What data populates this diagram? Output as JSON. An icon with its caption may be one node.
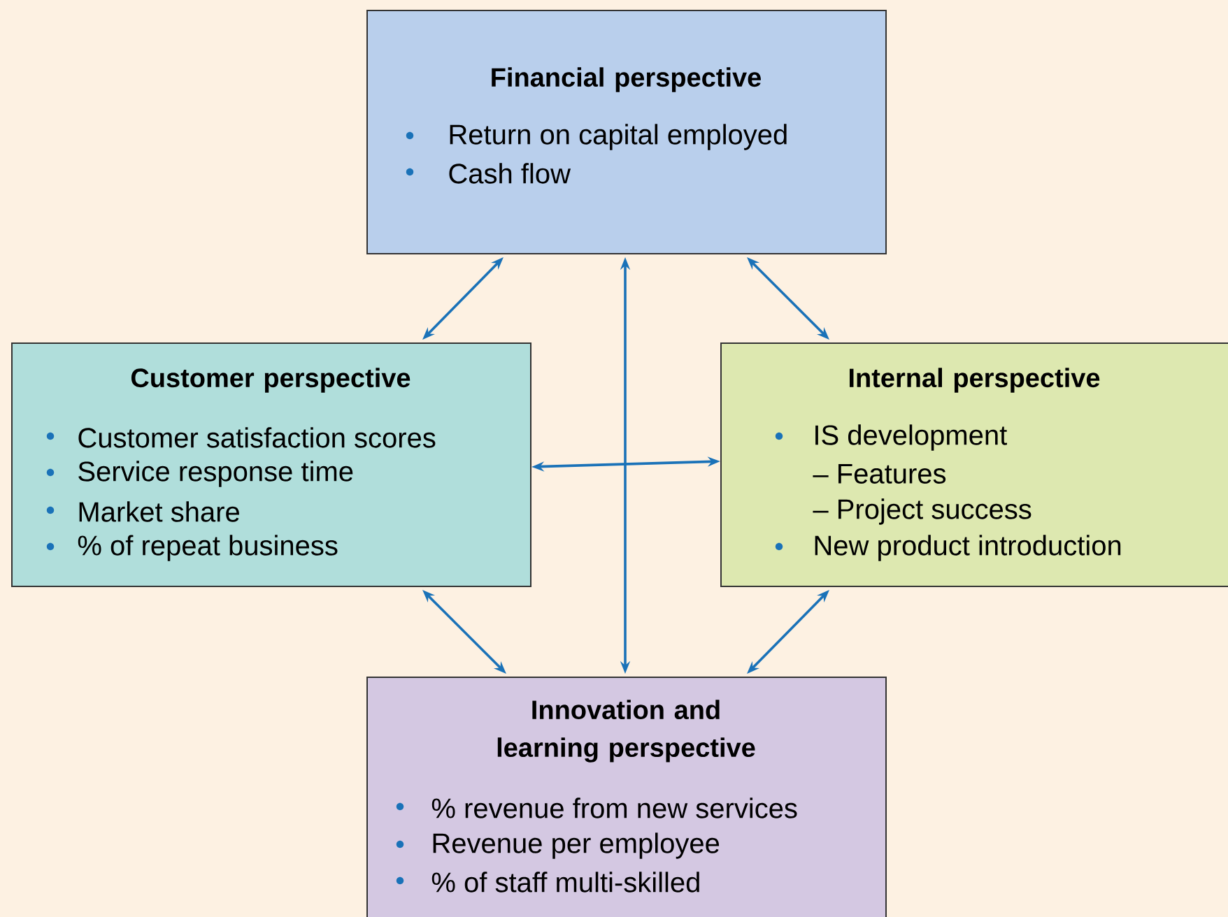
{
  "diagram": {
    "nodes": [
      {
        "text": [
          "Financial perspective",
          "Return on capital employed",
          "Cash flow"
        ]
      },
      {
        "text": [
          "Customer perspective",
          "Customer satisfaction scores",
          "Service response time",
          "Market share",
          "% of repeat business"
        ]
      },
      {
        "text": [
          "Internal perspective",
          "IS development",
          "– Features",
          "– Project success",
          "New product introduction"
        ]
      },
      {
        "text": [
          "Innovation and learning perspective",
          "% revenue from new services",
          "Revenue per employee",
          "% of staff multi-skilled"
        ]
      }
    ],
    "edges": [
      {
        "from": 0,
        "to": 1,
        "arrow": "both"
      },
      {
        "from": 0,
        "to": 2,
        "arrow": "both"
      },
      {
        "from": 0,
        "to": 3,
        "arrow": "both"
      },
      {
        "from": 1,
        "to": 2,
        "arrow": "both"
      },
      {
        "from": 1,
        "to": 3,
        "arrow": "both"
      },
      {
        "from": 2,
        "to": 3,
        "arrow": "both"
      }
    ]
  }
}
